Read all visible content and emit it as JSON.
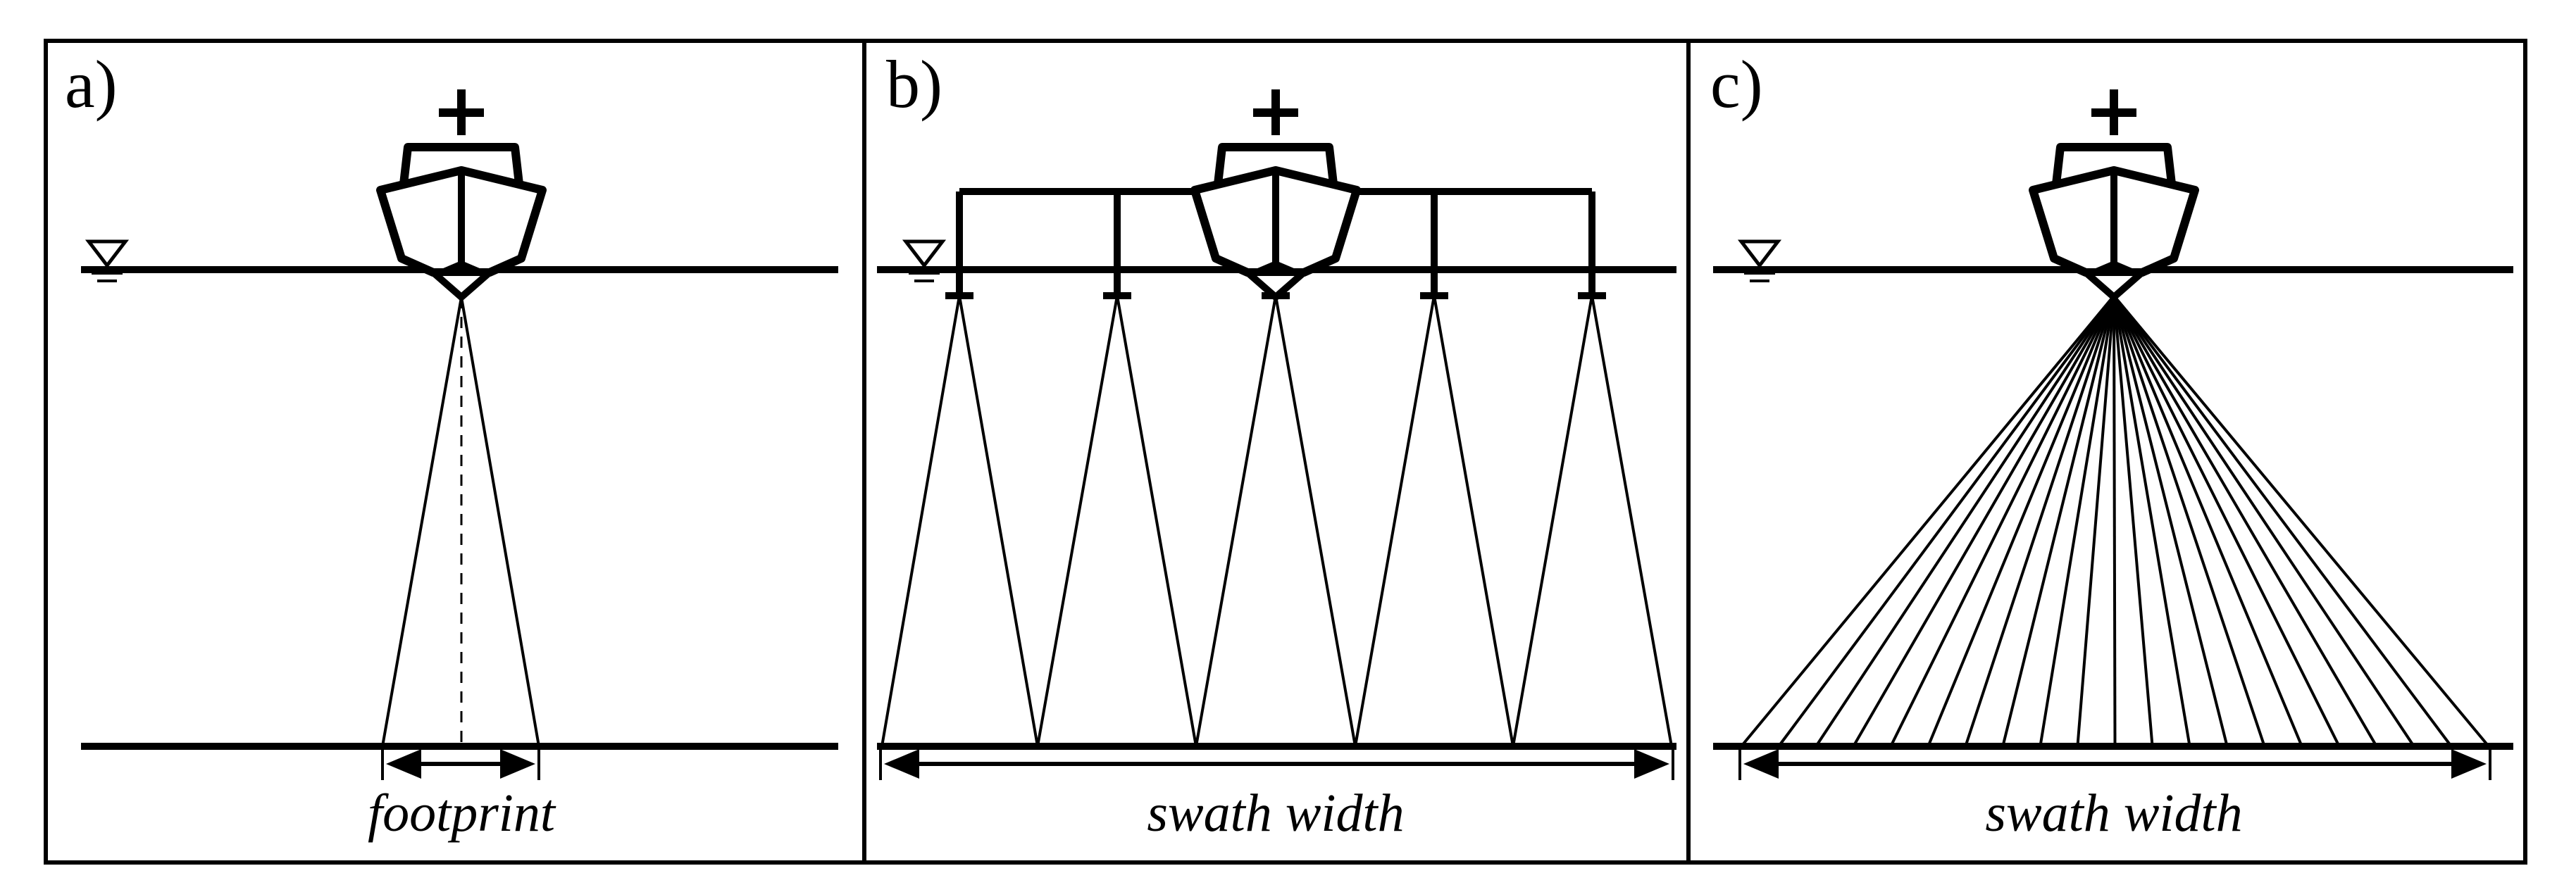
{
  "panels": [
    {
      "id": "a",
      "label": "a)",
      "caption": "footprint"
    },
    {
      "id": "b",
      "label": "b)",
      "caption": "swath width"
    },
    {
      "id": "c",
      "label": "c)",
      "caption": "swath width"
    }
  ],
  "colors": {
    "line": "#000000",
    "background": "#ffffff"
  },
  "icons": [
    "ship-icon",
    "water-level-icon",
    "double-arrow-icon"
  ]
}
